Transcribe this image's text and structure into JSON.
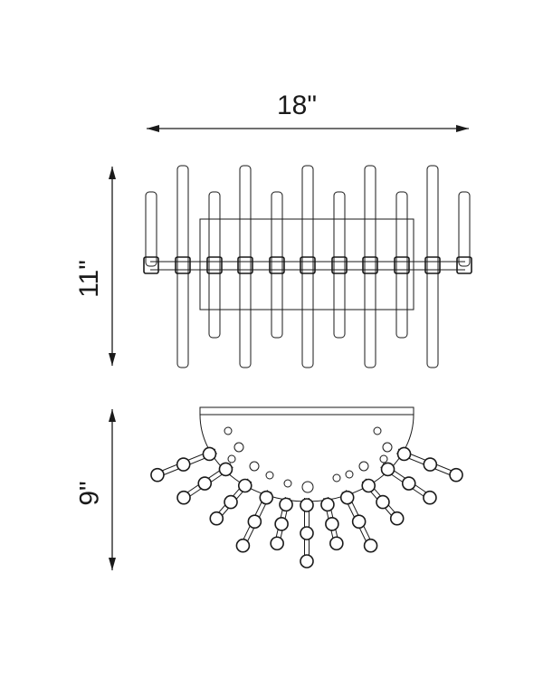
{
  "dimensions": {
    "width": "18\"",
    "height": "11\"",
    "depth": "9\""
  },
  "colors": {
    "line": "#1a1a1a",
    "background": "#ffffff"
  }
}
